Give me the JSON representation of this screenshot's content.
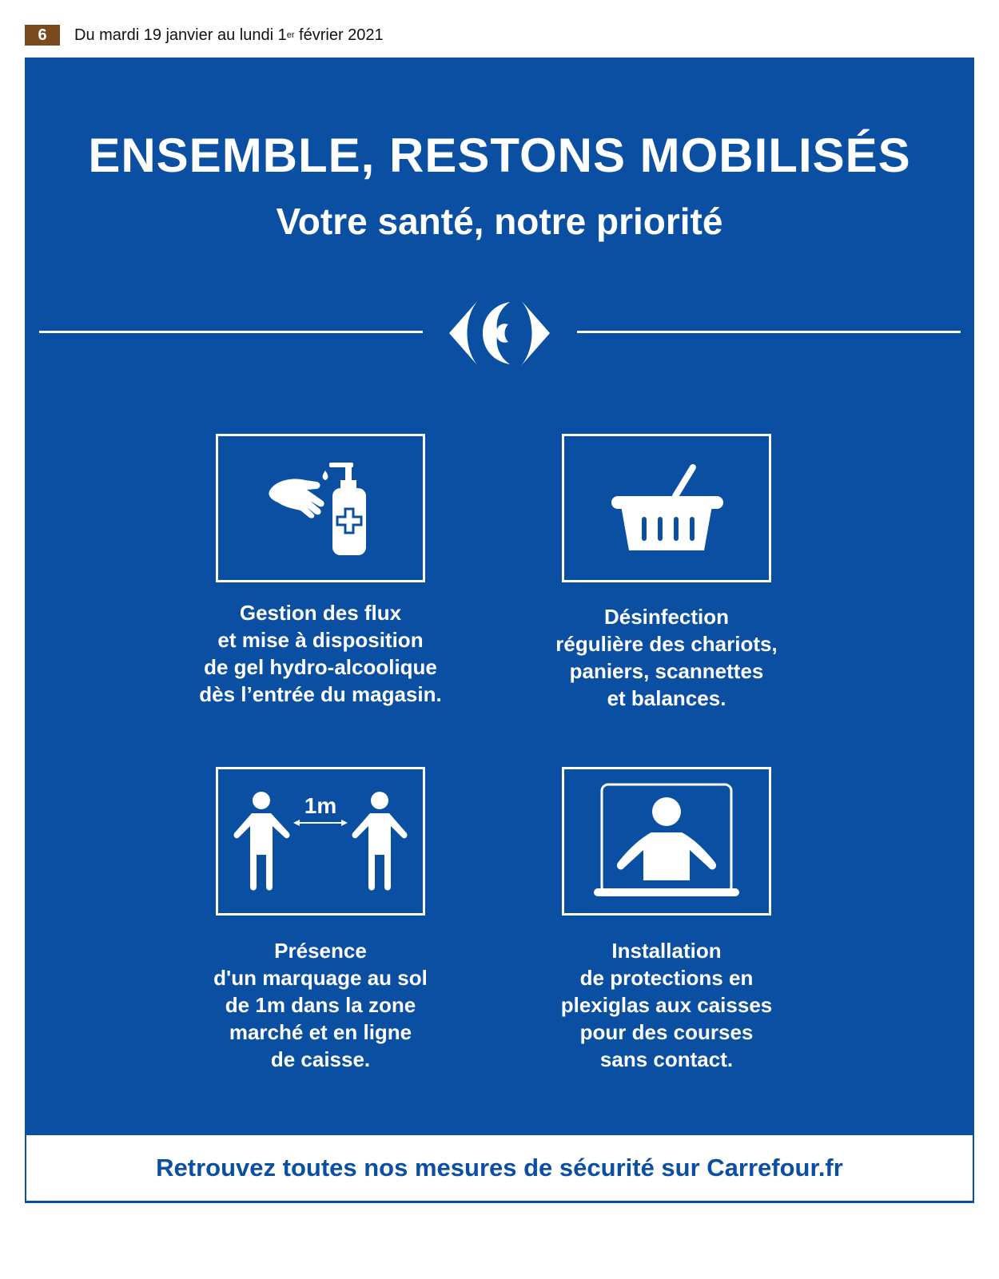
{
  "header": {
    "page_number": "6",
    "date_before_sup": "Du mardi 19 janvier au lundi 1",
    "date_sup": "er",
    "date_after_sup": " février 2021"
  },
  "poster": {
    "headline": "ENSEMBLE, RESTONS MOBILISÉS",
    "subheadline": "Votre santé, notre priorité",
    "brand_logo_icon": "carrefour-logo-icon",
    "colors": {
      "brand_blue": "#0b4fa2",
      "page_badge": "#7a4a1e",
      "white": "#ffffff"
    }
  },
  "measures": [
    {
      "icon": "hand-sanitizer-icon",
      "caption": [
        "Gestion des flux",
        "et mise à disposition",
        "de gel hydro-alcoolique",
        "dès l’entrée du magasin."
      ]
    },
    {
      "icon": "shopping-basket-icon",
      "caption": [
        "Désinfection",
        "régulière des chariots,",
        "paniers, scannettes",
        "et balances."
      ]
    },
    {
      "icon": "social-distance-icon",
      "distance_label": "1m",
      "caption": [
        "Présence",
        "d'un marquage au sol",
        "de 1m dans la zone",
        "marché et en ligne",
        "de caisse."
      ]
    },
    {
      "icon": "plexiglas-checkout-icon",
      "caption": [
        "Installation",
        "de protections en",
        "plexiglas aux caisses",
        "pour des courses",
        "sans contact."
      ]
    }
  ],
  "footer": {
    "text": "Retrouvez toutes nos mesures de sécurité sur Carrefour.fr"
  }
}
